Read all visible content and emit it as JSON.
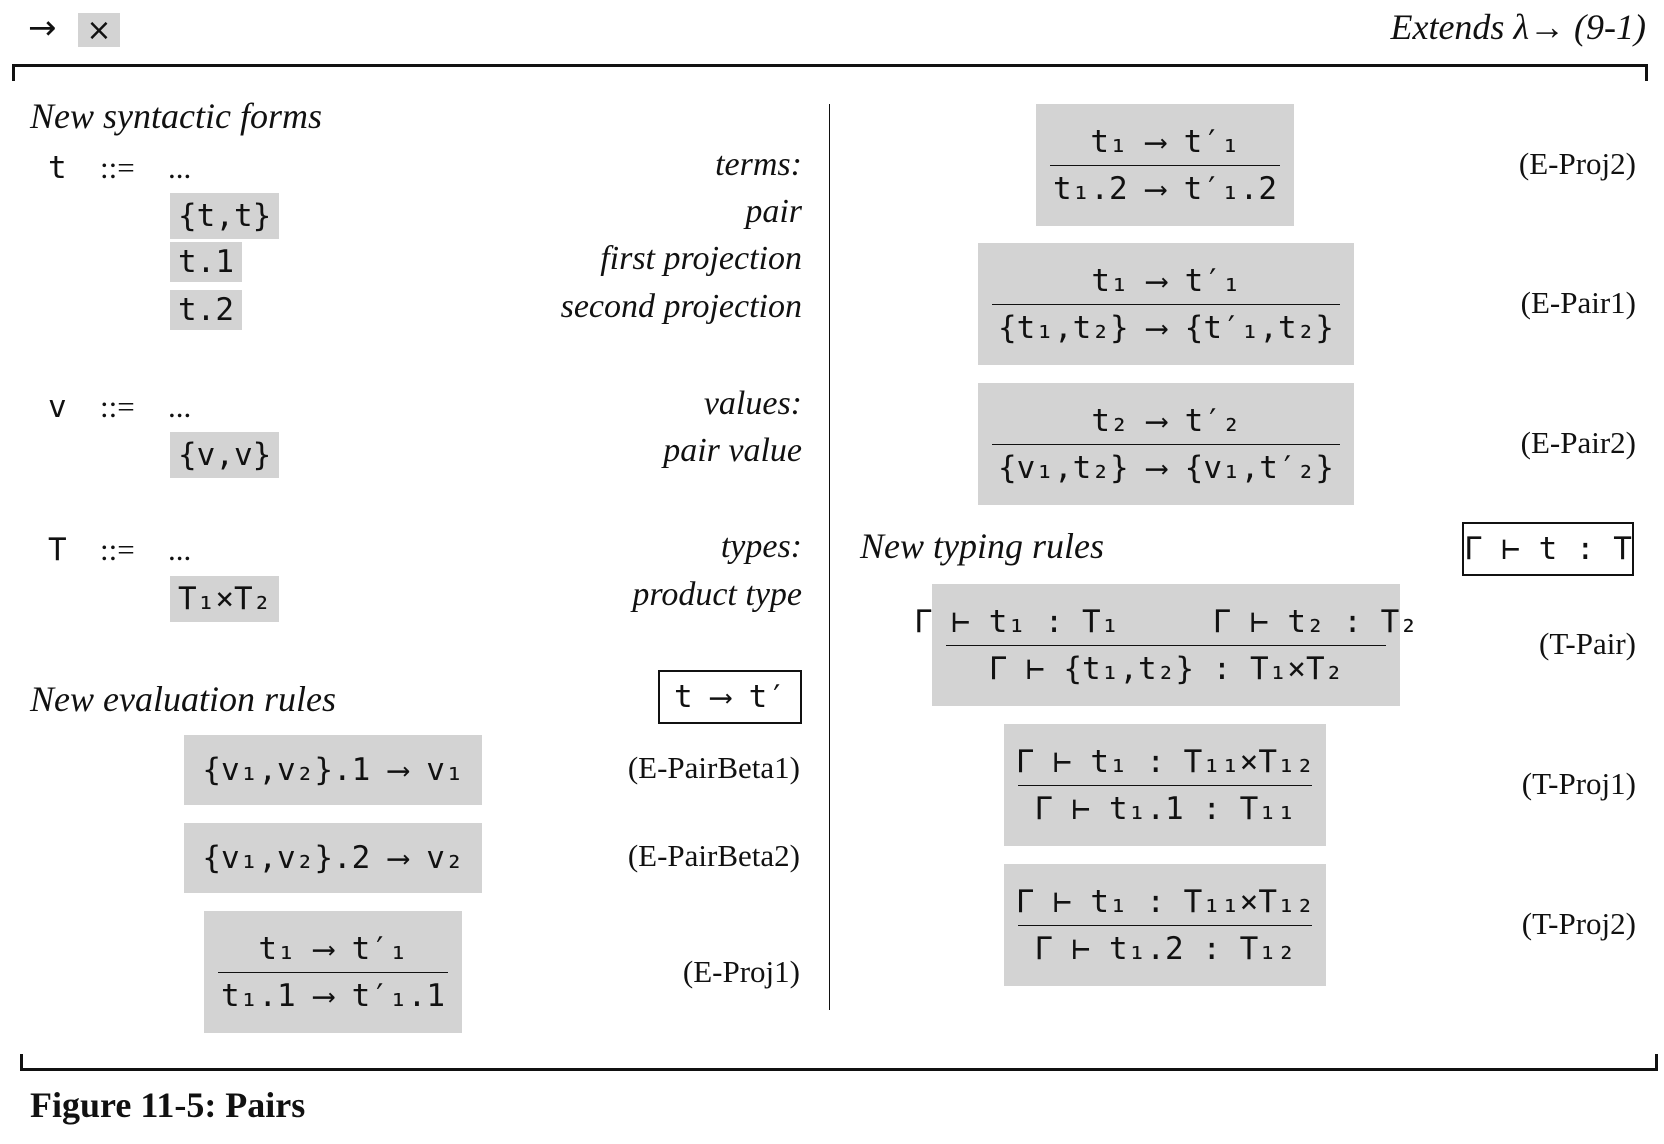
{
  "header": {
    "arrow": "→",
    "cross": "×",
    "extends": "Extends λ→ (9-1)"
  },
  "left": {
    "syntax_heading": "New syntactic forms",
    "t_sym": "t",
    "t_defn": "::=",
    "t_dots": "...",
    "t_label": "terms:",
    "pair_term": "{t,t}",
    "pair_label": "pair",
    "proj1_term": "t.1",
    "proj1_label": "first projection",
    "proj2_term": "t.2",
    "proj2_label": "second projection",
    "v_sym": "v",
    "v_defn": "::=",
    "v_dots": "...",
    "v_label": "values:",
    "pairval_term": "{v,v}",
    "pairval_label": "pair value",
    "T_sym": "T",
    "T_defn": "::=",
    "T_dots": "...",
    "T_label": "types:",
    "prod_term": "T₁×T₂",
    "prod_label": "product type",
    "eval_heading": "New evaluation rules",
    "eval_judgment": "t ⟶ t′",
    "e_pairbeta1": "{v₁,v₂}.1 ⟶ v₁",
    "e_pairbeta1_name": "(E-PairBeta1)",
    "e_pairbeta2": "{v₁,v₂}.2 ⟶ v₂",
    "e_pairbeta2_name": "(E-PairBeta2)",
    "e_proj1_num": "t₁ ⟶ t′₁",
    "e_proj1_den": "t₁.1 ⟶ t′₁.1",
    "e_proj1_name": "(E-Proj1)"
  },
  "right": {
    "e_proj2_num": "t₁ ⟶ t′₁",
    "e_proj2_den": "t₁.2 ⟶ t′₁.2",
    "e_proj2_name": "(E-Proj2)",
    "e_pair1_num": "t₁ ⟶ t′₁",
    "e_pair1_den": "{t₁,t₂} ⟶ {t′₁,t₂}",
    "e_pair1_name": "(E-Pair1)",
    "e_pair2_num": "t₂ ⟶ t′₂",
    "e_pair2_den": "{v₁,t₂} ⟶ {v₁,t′₂}",
    "e_pair2_name": "(E-Pair2)",
    "typing_heading": "New typing rules",
    "typing_judgment": "Γ ⊢ t : T",
    "t_pair_num": "Γ ⊢ t₁ : T₁     Γ ⊢ t₂ : T₂",
    "t_pair_den": "Γ ⊢ {t₁,t₂} : T₁×T₂",
    "t_pair_name": "(T-Pair)",
    "t_proj1_num": "Γ ⊢ t₁ : T₁₁×T₁₂",
    "t_proj1_den": "Γ ⊢ t₁.1 : T₁₁",
    "t_proj1_name": "(T-Proj1)",
    "t_proj2_num": "Γ ⊢ t₁ : T₁₁×T₁₂",
    "t_proj2_den": "Γ ⊢ t₁.2 : T₁₂",
    "t_proj2_name": "(T-Proj2)"
  },
  "caption": "Figure 11-5: Pairs"
}
